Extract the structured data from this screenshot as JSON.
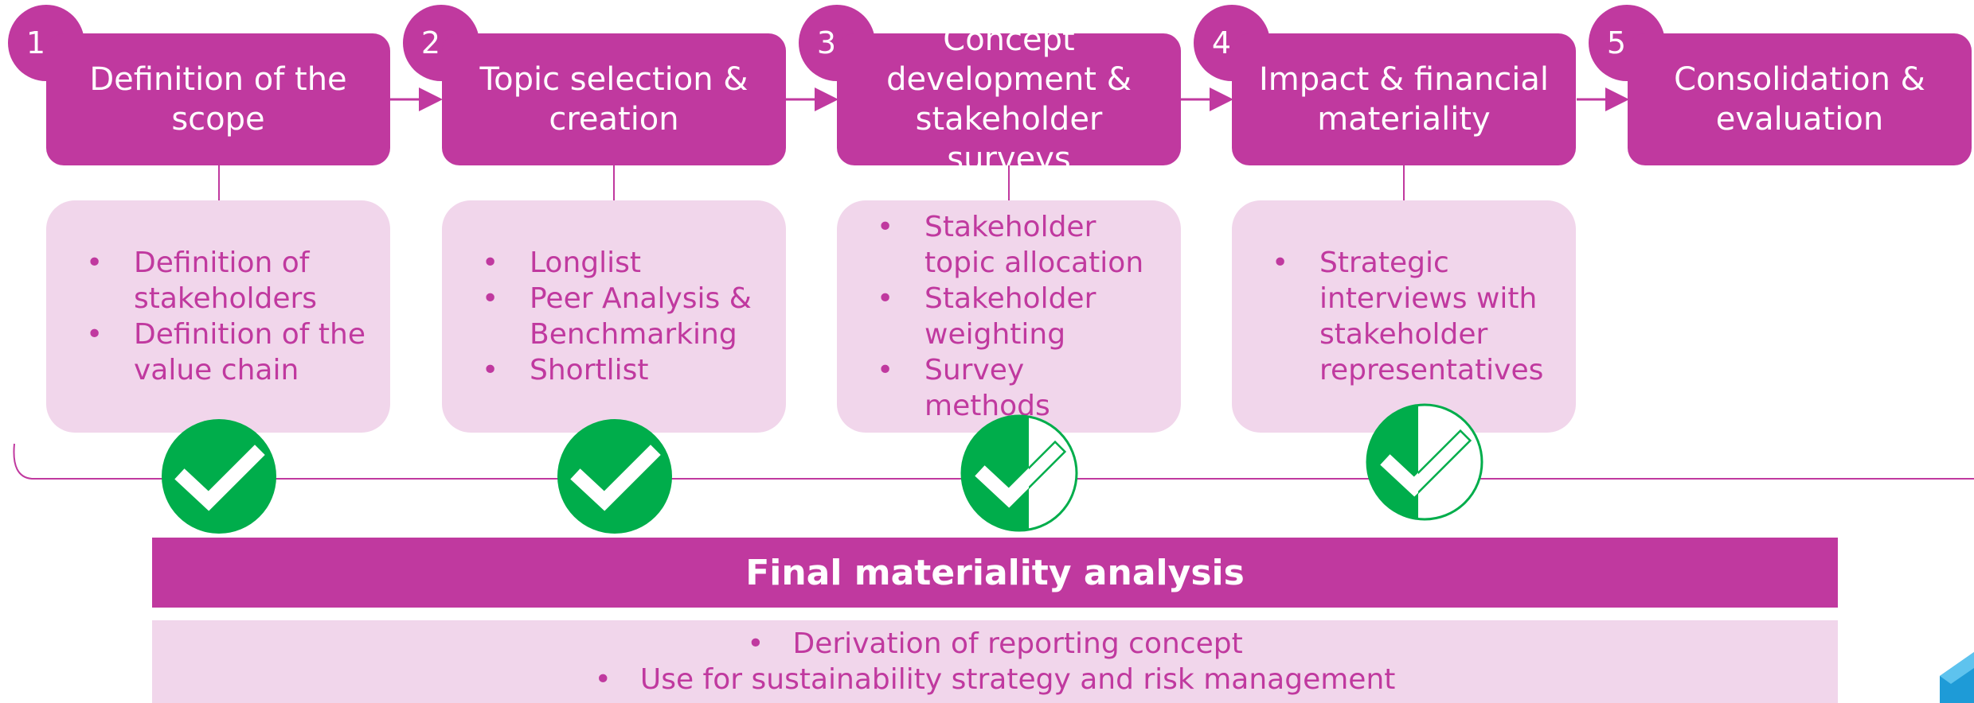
{
  "colors": {
    "accent": "#c0399f",
    "card_background": "#f1d6eb",
    "check_green": "#00ad4b",
    "corner_decoration": "#1e9bd7"
  },
  "steps": [
    {
      "number": "1",
      "title": "Definition of the\nscope",
      "bullets": [
        "Definition of stakeholders",
        "Definition of the value chain"
      ],
      "status_icon": "check-full",
      "progress": 1.0
    },
    {
      "number": "2",
      "title": "Topic selection &\ncreation",
      "bullets": [
        "Longlist",
        "Peer Analysis & Benchmarking",
        "Shortlist"
      ],
      "status_icon": "check-full",
      "progress": 1.0
    },
    {
      "number": "3",
      "title": "Concept\ndevelopment &\nstakeholder surveys",
      "bullets": [
        "Stakeholder topic allocation",
        "Stakeholder weighting",
        "Survey methods"
      ],
      "status_icon": "check-half",
      "progress": 0.5
    },
    {
      "number": "4",
      "title": "Impact & financial\nmateriality",
      "bullets": [
        "Strategic interviews with stakeholder representatives"
      ],
      "status_icon": "check-half",
      "progress": 0.5
    },
    {
      "number": "5",
      "title": "Consolidation &\nevaluation",
      "bullets": [],
      "status_icon": "none",
      "progress": 0
    }
  ],
  "final": {
    "title": "Final materiality analysis",
    "bullets": [
      "Derivation of reporting concept",
      "Use for sustainability strategy and risk management"
    ]
  }
}
